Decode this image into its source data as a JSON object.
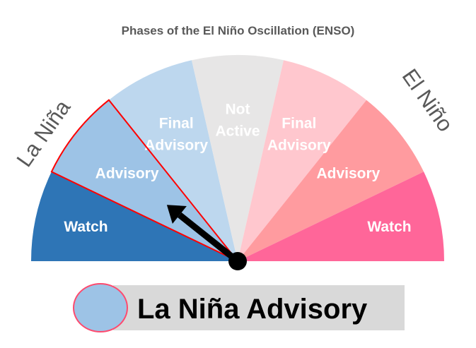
{
  "title": "Phases of the El Niño Oscillation (ENSO)",
  "left_label": "La Niña",
  "right_label": "El Niño",
  "segments": [
    {
      "id": "la-nina-watch",
      "lines": [
        "Watch"
      ],
      "color": "#2e75b6",
      "text_color": "#ffffff"
    },
    {
      "id": "la-nina-advisory",
      "lines": [
        "Advisory"
      ],
      "color": "#9dc3e6",
      "text_color": "#ffffff"
    },
    {
      "id": "la-nina-final-advisory",
      "lines": [
        "Final",
        "Advisory"
      ],
      "color": "#bdd7ee",
      "text_color": "#ffffff"
    },
    {
      "id": "not-active",
      "lines": [
        "Not",
        "Active"
      ],
      "color": "#e7e6e6",
      "text_color": "#7f7f7f"
    },
    {
      "id": "el-nino-final-advisory",
      "lines": [
        "Final",
        "Advisory"
      ],
      "color": "#ffc7ce",
      "text_color": "#ffffff"
    },
    {
      "id": "el-nino-advisory",
      "lines": [
        "Advisory"
      ],
      "color": "#ff9b9f",
      "text_color": "#ffffff"
    },
    {
      "id": "el-nino-watch",
      "lines": [
        "Watch"
      ],
      "color": "#ff6699",
      "text_color": "#ffffff"
    }
  ],
  "active_segment_index": 1,
  "highlight_color": "#ff0000",
  "pointer_color": "#000000",
  "status": {
    "label": "La Niña Advisory",
    "dot_color": "#9dc3e6"
  }
}
